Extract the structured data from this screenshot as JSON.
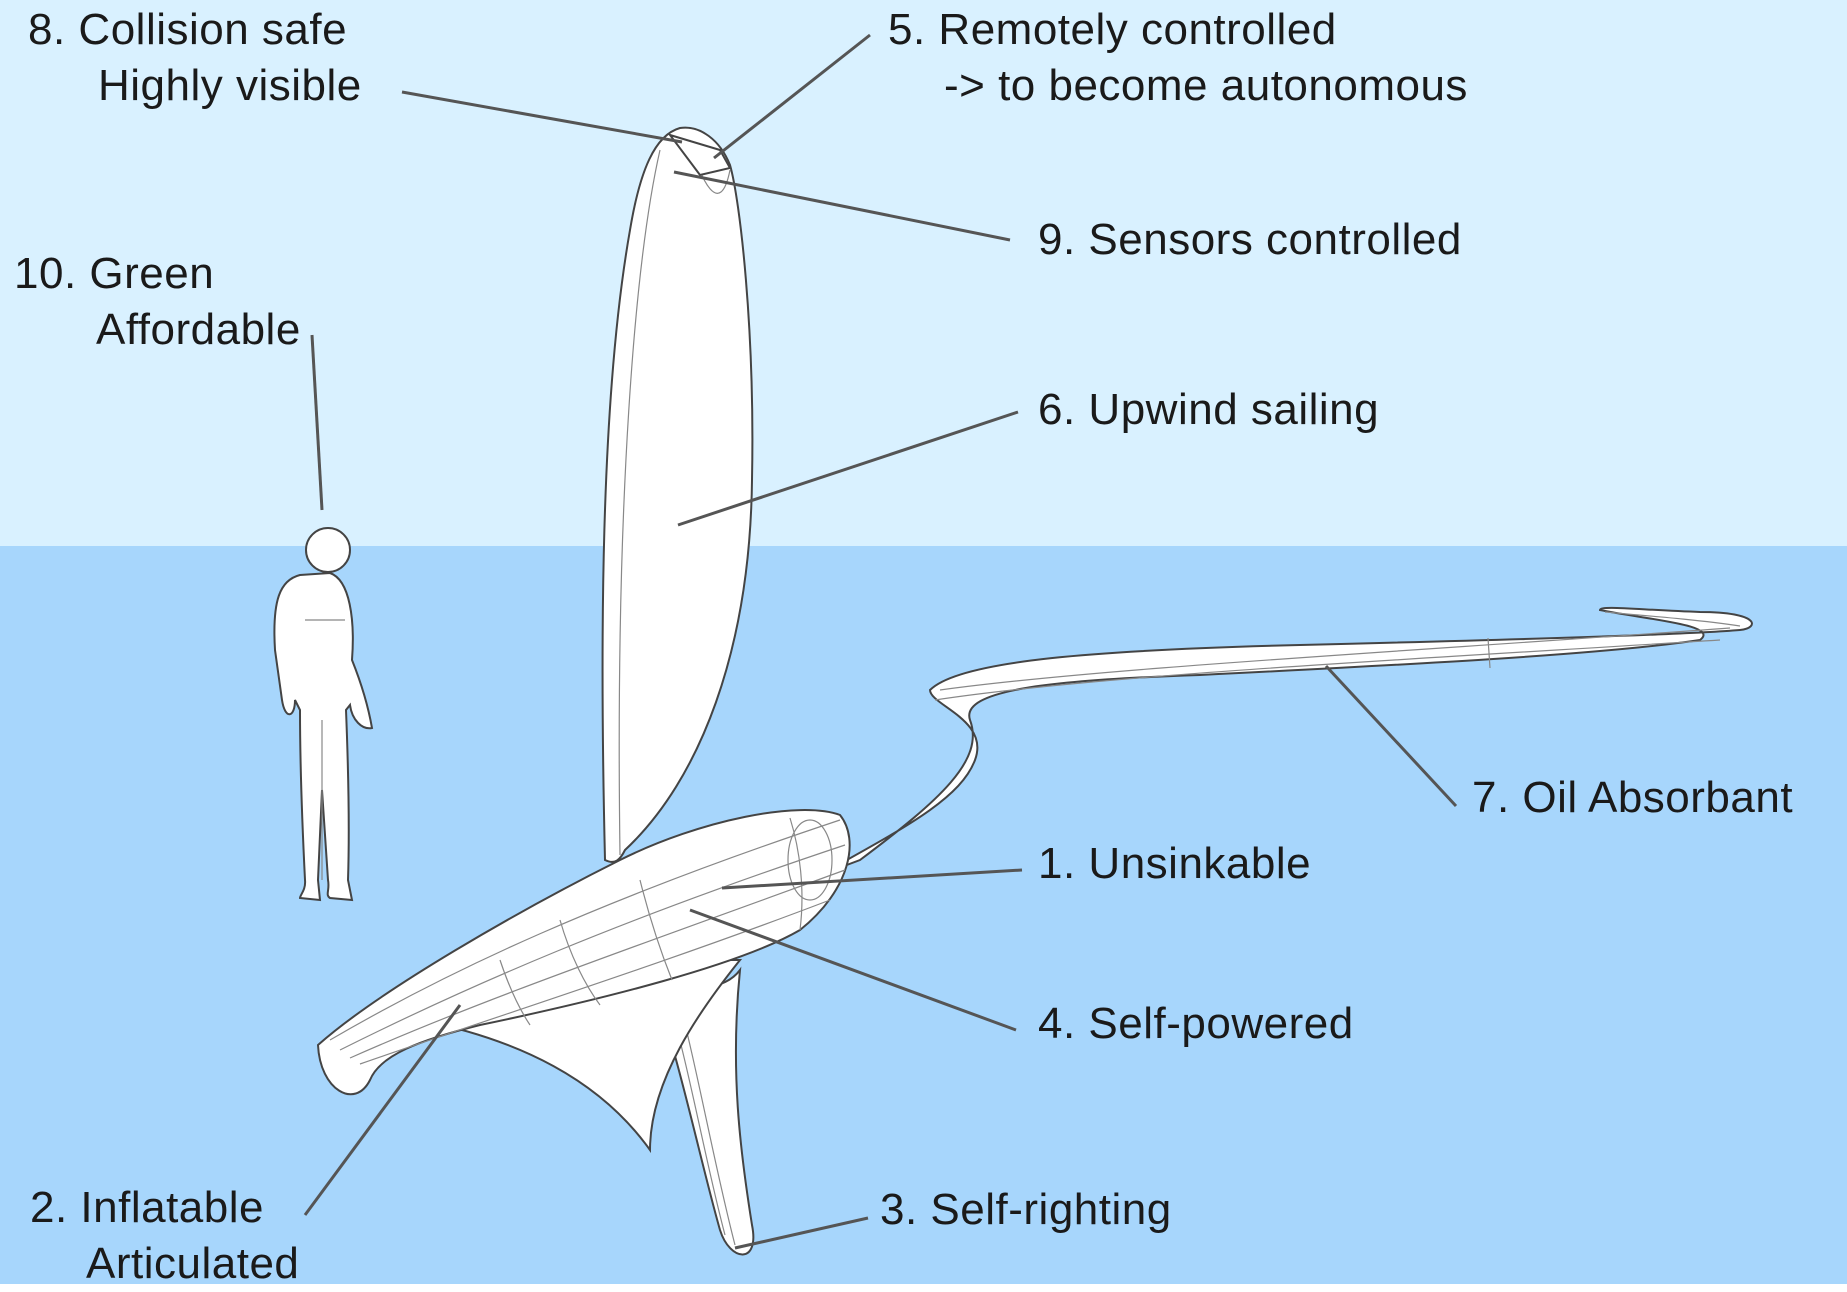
{
  "colors": {
    "sky": "#d9f1ff",
    "water": "#a7d6fc",
    "leader": "#555555",
    "text": "#1a1a1a"
  },
  "icons": [
    "person-figure",
    "sail-drone"
  ],
  "labels": {
    "l8": {
      "line1": "8. Collision safe",
      "line2": "Highly visible"
    },
    "l5": {
      "line1": "5. Remotely controlled",
      "line2": "-> to become autonomous"
    },
    "l9": {
      "line1": "9. Sensors controlled"
    },
    "l10": {
      "line1": "10. Green",
      "line2": "Affordable"
    },
    "l6": {
      "line1": "6. Upwind sailing"
    },
    "l7": {
      "line1": "7. Oil Absorbant"
    },
    "l1": {
      "line1": "1. Unsinkable"
    },
    "l4": {
      "line1": "4. Self-powered"
    },
    "l2": {
      "line1": "2. Inflatable",
      "line2": "Articulated"
    },
    "l3": {
      "line1": "3. Self-righting"
    }
  }
}
